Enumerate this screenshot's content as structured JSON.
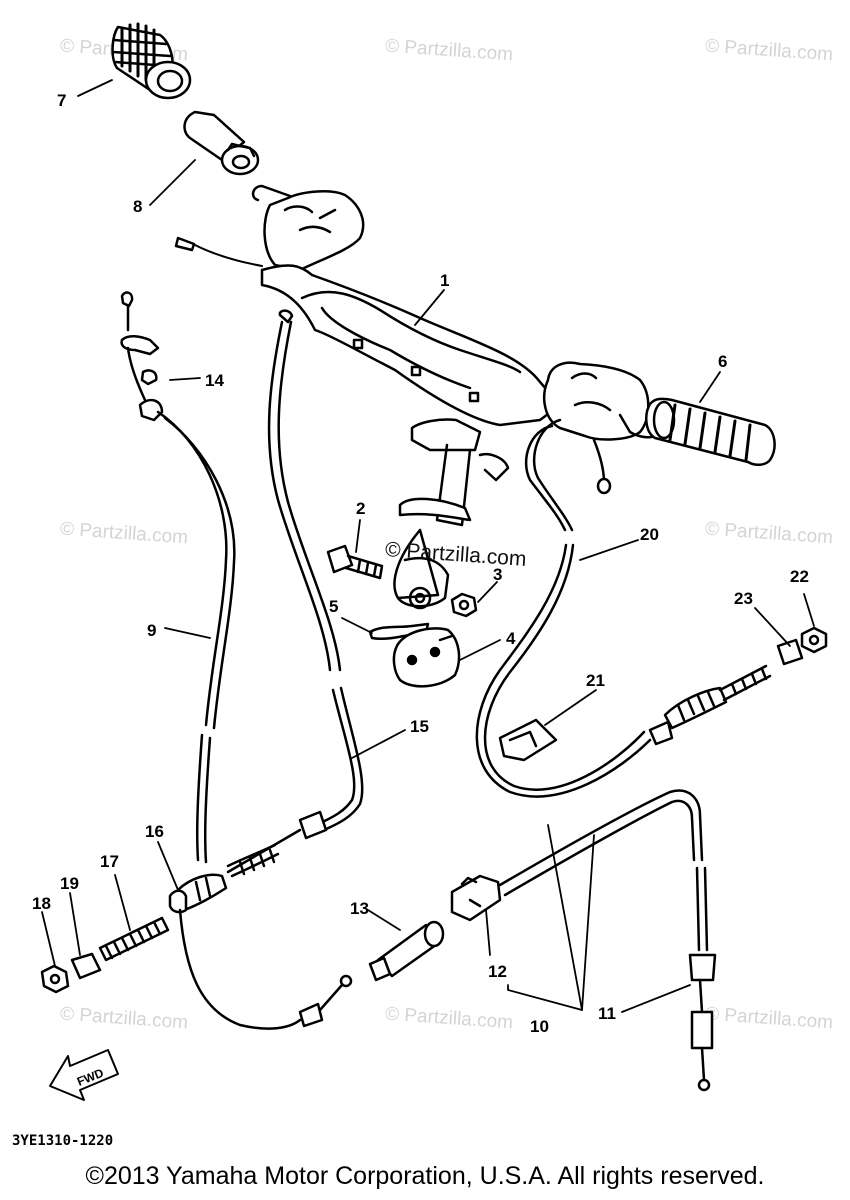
{
  "watermark": "© Partzilla.com",
  "center_watermark": "© Partzilla.com",
  "diagram_code": "3YE1310-1220",
  "copyright": "©2013 Yamaha Motor Corporation, U.S.A. All rights reserved.",
  "fwd_label": "FWD",
  "callouts": {
    "c1": "1",
    "c2": "2",
    "c3": "3",
    "c4": "4",
    "c5": "5",
    "c6": "6",
    "c7": "7",
    "c8": "8",
    "c9": "9",
    "c10": "10",
    "c11": "11",
    "c12": "12",
    "c13": "13",
    "c14": "14",
    "c15": "15",
    "c16": "16",
    "c17": "17",
    "c18": "18",
    "c19": "19",
    "c20": "20",
    "c21": "21",
    "c22": "22",
    "c23": "23"
  }
}
